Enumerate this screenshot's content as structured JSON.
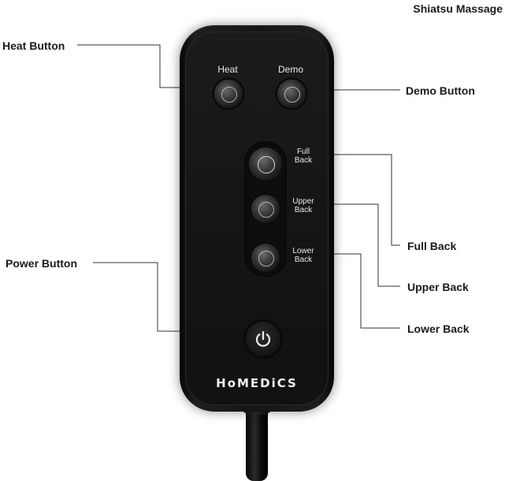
{
  "title": "Shiatsu Massage",
  "callouts": {
    "heat": "Heat Button",
    "demo": "Demo Button",
    "power": "Power Button",
    "full_back": "Full Back",
    "upper_back": "Upper Back",
    "lower_back": "Lower Back"
  },
  "remote": {
    "heat_label": "Heat",
    "demo_label": "Demo",
    "full_back_label": [
      "Full",
      "Back"
    ],
    "upper_back_label": [
      "Upper",
      "Back"
    ],
    "lower_back_label": [
      "Lower",
      "Back"
    ],
    "brand": "HoMEDiCS"
  },
  "colors": {
    "remote_body": "#151515",
    "label_text": "#e8e8e8",
    "leader_line": "#333333"
  }
}
